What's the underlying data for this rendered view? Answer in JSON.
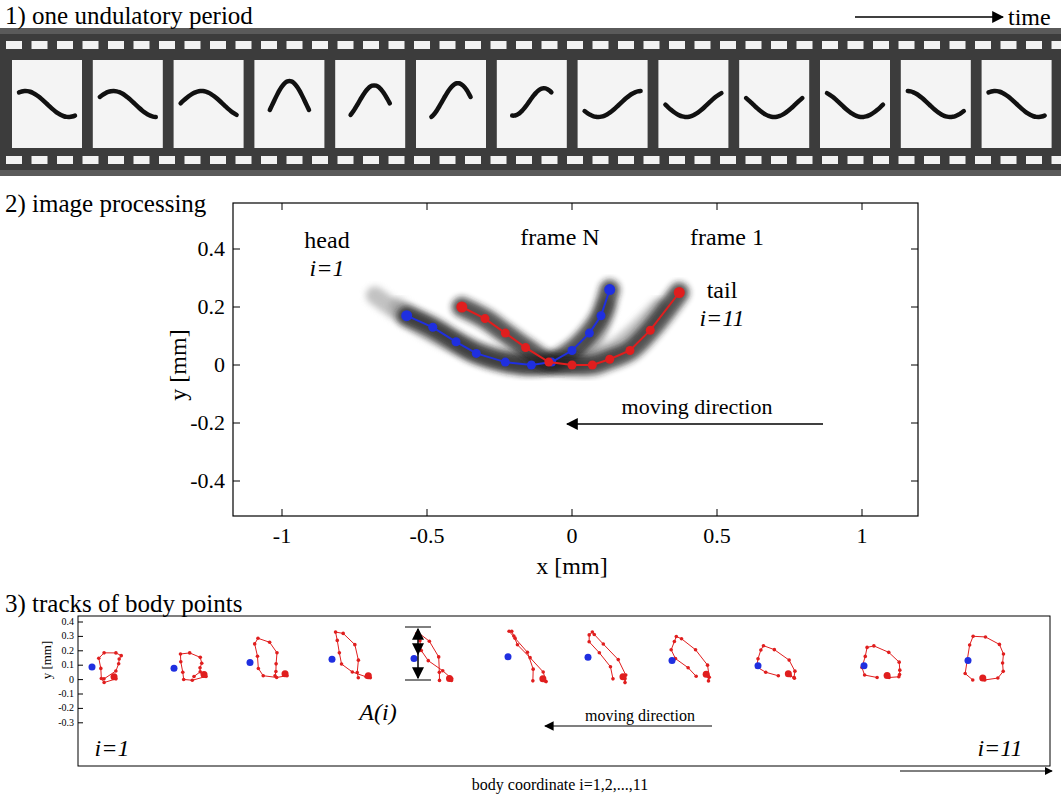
{
  "diagram": {
    "labels": [
      "1) one undulatory period",
      "time",
      "2) image processing",
      "0.4",
      "0.2",
      "0",
      "-0.2",
      "-0.4",
      "y [mm]",
      "-1",
      "-0.5",
      "0",
      "0.5",
      "1",
      "x [mm]",
      "head",
      "i=1",
      "frame N",
      "frame 1",
      "tail",
      "i=11",
      "moving direction",
      "3) tracks of body points",
      "0.4",
      "0.3",
      "0.2",
      "0.1",
      "0",
      "-0.1",
      "-0.2",
      "-0.3",
      "y [mm]",
      "i=1",
      "A(i)",
      "moving direction",
      "i=11",
      "body coordinate i=1,2,...,11"
    ]
  }
}
